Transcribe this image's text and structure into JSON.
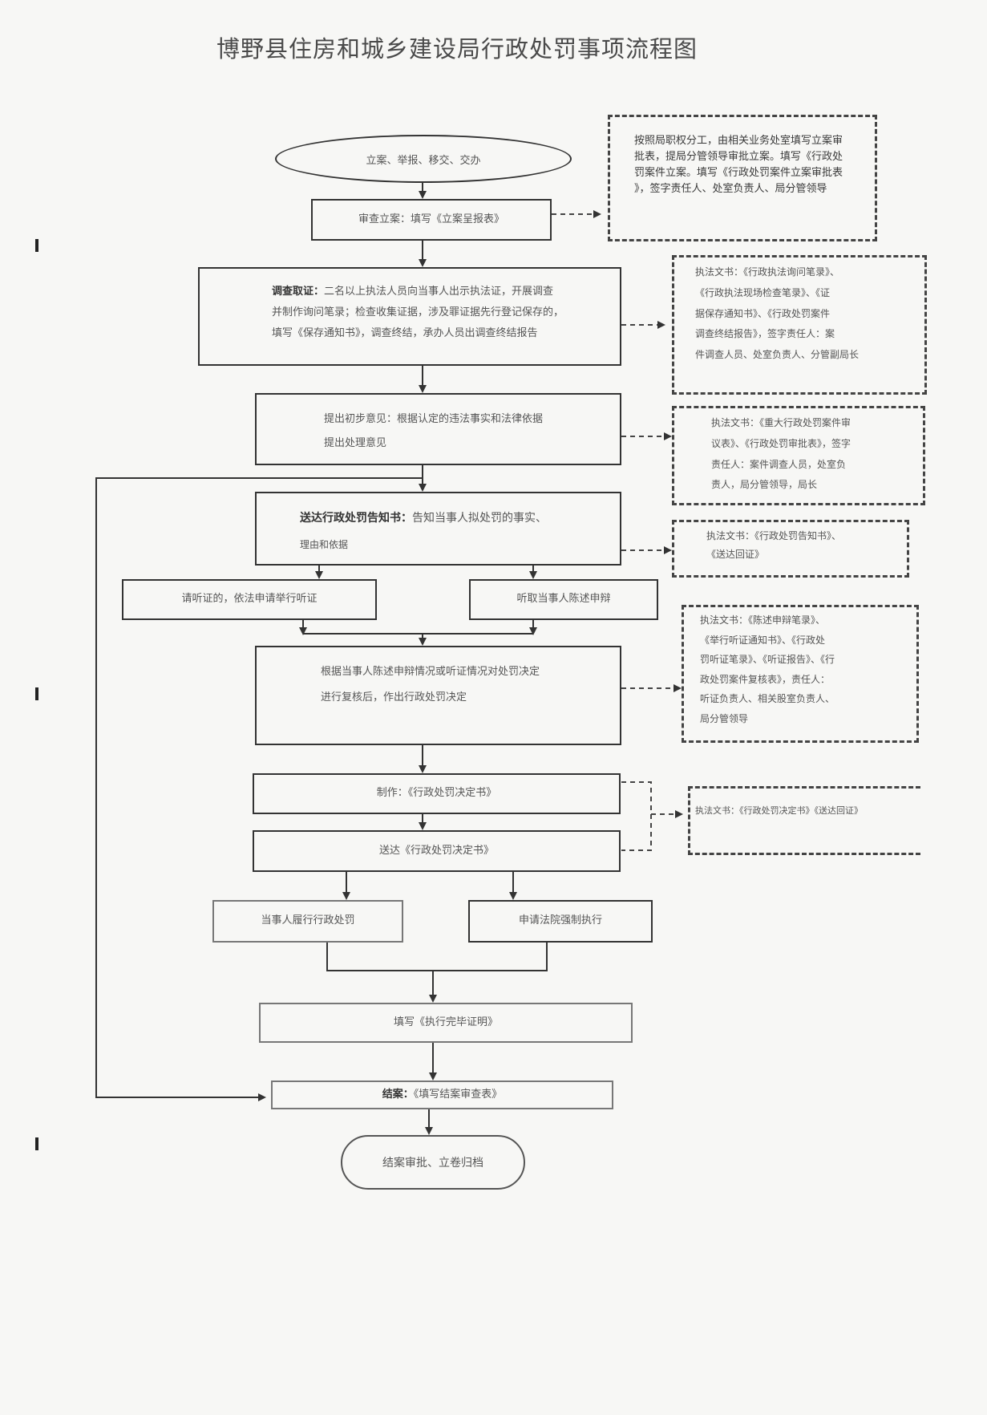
{
  "title": "博野县住房和城乡建设局行政处罚事项流程图",
  "steps": {
    "start": "立案、举报、移交、交办",
    "register": "审查立案：填写《立案呈报表》",
    "investigate": {
      "heading": "调查取证：",
      "lines": [
        "二名以上执法人员向当事人出示执法证，开展调查",
        "并制作询问笔录；检查收集证据，涉及罪证据先行登记保存的，",
        "填写《保存通知书》，调查终结，承办人员出调查终结报告"
      ]
    },
    "preliminary": {
      "line1": "提出初步意见：根据认定的违法事实和法律依据",
      "line2": "提出处理意见"
    },
    "notice": {
      "heading": "送达行政处罚告知书：",
      "rest": "告知当事人拟处罚的事实、",
      "line2": "理由和依据"
    },
    "hearing_request": "请听证的，依法申请举行听证",
    "hearing_statement": "听取当事人陈述申辩",
    "review": {
      "line1": "根据当事人陈述申辩情况或听证情况对处罚决定",
      "line2": "进行复核后，作出行政处罚决定"
    },
    "make_decision": "制作：《行政处罚决定书》",
    "deliver_decision": "送达《行政处罚决定书》",
    "perform": "当事人履行行政处罚",
    "enforce": "申请法院强制执行",
    "certificate": "填写《执行完毕证明》",
    "close": {
      "heading": "结案：",
      "rest": "《填写结案审查表》"
    },
    "end": "结案审批、立卷归档"
  },
  "notes": {
    "n1": [
      "按照局职权分工，由相关业务处室填写立案审",
      "批表，提局分管领导审批立案。填写《行政处",
      "罚案件立案。填写《行政处罚案件立案审批表",
      "》，签字责任人、处室负责人、局分管领导"
    ],
    "n2": [
      "执法文书：《行政执法询问笔录》、",
      "《行政执法现场检查笔录》、《证",
      "据保存通知书》、《行政处罚案件",
      "调查终结报告》，签字责任人：案",
      "件调查人员、处室负责人、分管副局长"
    ],
    "n3": [
      "执法文书：《重大行政处罚案件审",
      "议表》、《行政处罚审批表》，签字",
      "责任人：案件调查人员，处室负",
      "责人，局分管领导，局长"
    ],
    "n4": [
      "执法文书：《行政处罚告知书》、",
      "《送达回证》"
    ],
    "n5": [
      "执法文书：《陈述申辩笔录》、",
      "《举行听证通知书》、《行政处",
      "罚听证笔录》、《听证报告》、《行",
      "政处罚案件复核表》，责任人：",
      "听证负责人、相关股室负责人、",
      "局分管领导"
    ],
    "n6": "执法文书：《行政处罚决定书》《送达回证》"
  }
}
